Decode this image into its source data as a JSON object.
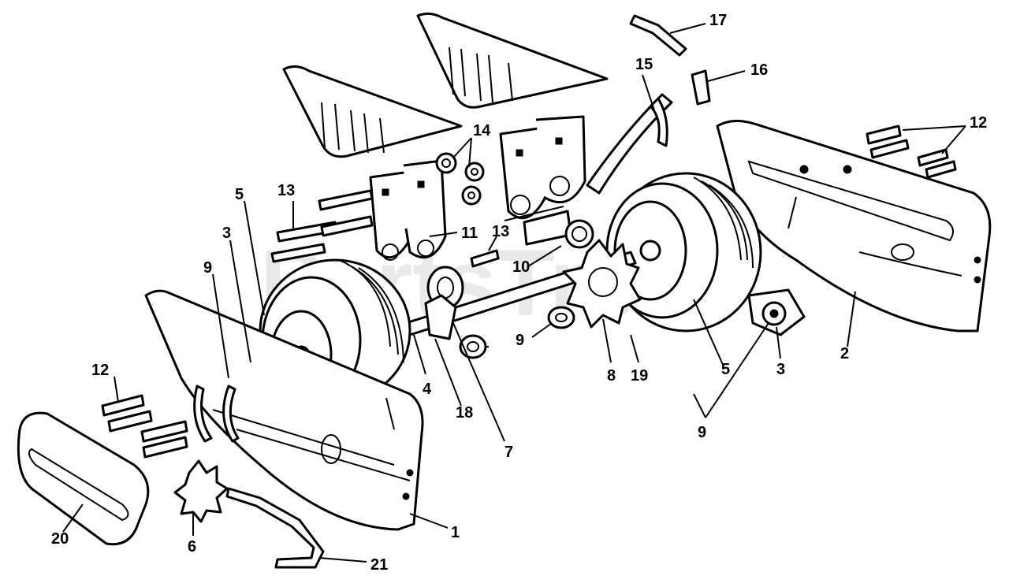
{
  "watermark": "PartsTree",
  "callouts": {
    "c1": "1",
    "c2": "2",
    "c3a": "3",
    "c3b": "3",
    "c4": "4",
    "c5a": "5",
    "c5b": "5",
    "c6": "6",
    "c7": "7",
    "c8": "8",
    "c9a": "9",
    "c9b": "9",
    "c9c": "9",
    "c10": "10",
    "c11": "11",
    "c12a": "12",
    "c12b": "12",
    "c13a": "13",
    "c13b": "13",
    "c14": "14",
    "c15": "15",
    "c16": "16",
    "c17": "17",
    "c18": "18",
    "c19": "19",
    "c20": "20",
    "c21": "21"
  }
}
